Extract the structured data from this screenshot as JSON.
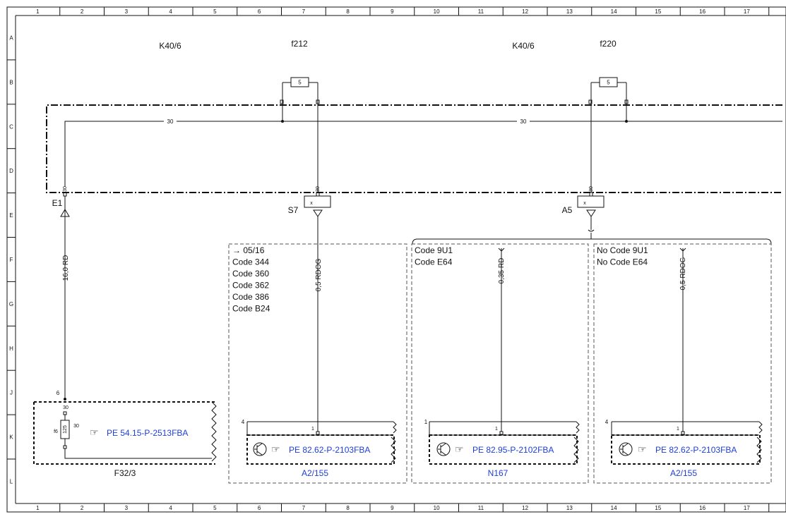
{
  "grid": {
    "columns": [
      "1",
      "2",
      "3",
      "4",
      "5",
      "6",
      "7",
      "8",
      "9",
      "10",
      "11",
      "12",
      "13",
      "14",
      "15",
      "16",
      "17"
    ],
    "rows": [
      "A",
      "B",
      "C",
      "D",
      "E",
      "F",
      "G",
      "H",
      "J",
      "K",
      "L"
    ]
  },
  "components": {
    "relay_left": "K40/6",
    "fuse_left": "f212",
    "relay_right": "K40/6",
    "fuse_right": "f220",
    "fuse_rating": "5",
    "fuse_f6_rating": "125",
    "ground_e1": "E1",
    "splice_s7": "S7",
    "splice_a5": "A5",
    "fuse_box": "F32/3",
    "module_1": "A2/155",
    "module_2": "N167",
    "module_3": "A2/155"
  },
  "wires": {
    "main_bus": "30",
    "bus_right": "30",
    "wire_e1": "16,0 RD",
    "wire_s7": "0,5 RDOG",
    "wire_n167": "0,35 RD",
    "wire_a2": "0,5 RDOG"
  },
  "pins": {
    "p30": "30",
    "px": "x",
    "p6": "6",
    "p4": "4",
    "p1": "1",
    "pf6": "f6"
  },
  "notes": {
    "box1": [
      "→ 05/16",
      "Code 344",
      "Code 360",
      "Code 362",
      "Code 386",
      "Code B24"
    ],
    "box2": [
      "Code 9U1",
      "Code E64"
    ],
    "box3": [
      "No Code 9U1",
      "No Code E64"
    ]
  },
  "references": {
    "fuse_box_ref": "PE 54.15-P-2513FBA",
    "module_1_ref": "PE 82.62-P-2103FBA",
    "module_2_ref": "PE 82.95-P-2102FBA",
    "module_3_ref": "PE 82.62-P-2103FBA"
  }
}
